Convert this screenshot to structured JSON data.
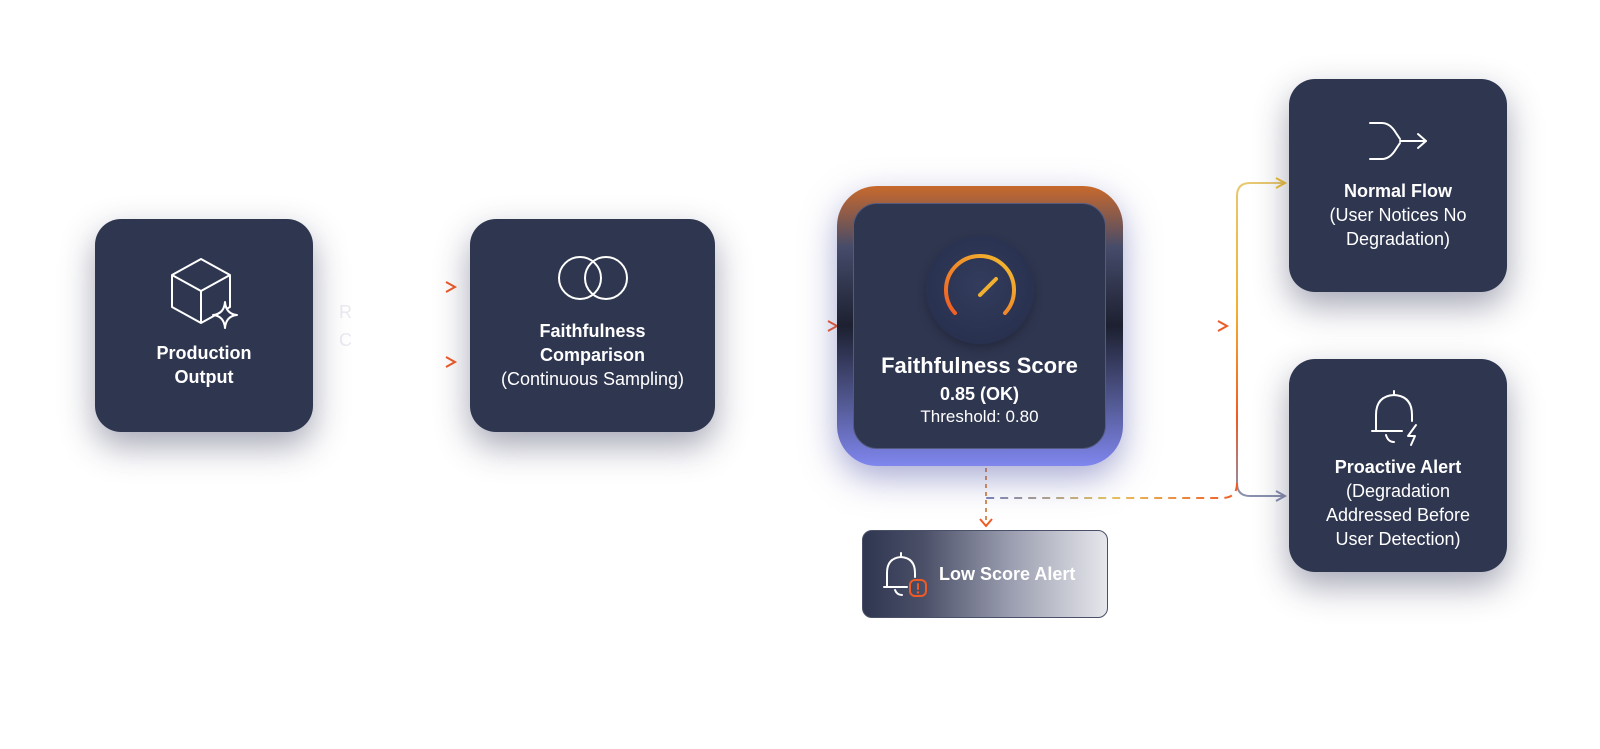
{
  "nodes": {
    "production": {
      "line1": "Production",
      "line2": "Output"
    },
    "comparison": {
      "line1": "Faithfulness",
      "line2": "Comparison",
      "line3": "(Continuous Sampling)"
    },
    "score": {
      "title": "Faithfulness Score",
      "value": "0.85 (OK)",
      "threshold": "Threshold: 0.80"
    },
    "normal": {
      "line1": "Normal Flow",
      "line2": "(User Notices No",
      "line3": "Degradation)"
    },
    "proactive": {
      "line1": "Proactive Alert",
      "line2": "(Degradation",
      "line3": "Addressed Before",
      "line4": "User Detection)"
    },
    "low_alert": {
      "label": "Low Score Alert"
    }
  },
  "faint_label": {
    "line1": "R",
    "line2": "C"
  },
  "colors": {
    "card": "#2f3650",
    "arrow_orange": "#f05a24",
    "arrow_yellow": "#f2c230",
    "arrow_gray": "#8a90b0",
    "glow_top": "#c8692c",
    "glow_bottom": "#7f86ee"
  },
  "icons": {
    "production": "cube-sparkle-icon",
    "comparison": "interlocking-rings-icon",
    "score": "gauge-icon",
    "normal": "merge-arrow-icon",
    "proactive": "bell-bolt-icon",
    "low_alert": "bell-warning-icon"
  }
}
